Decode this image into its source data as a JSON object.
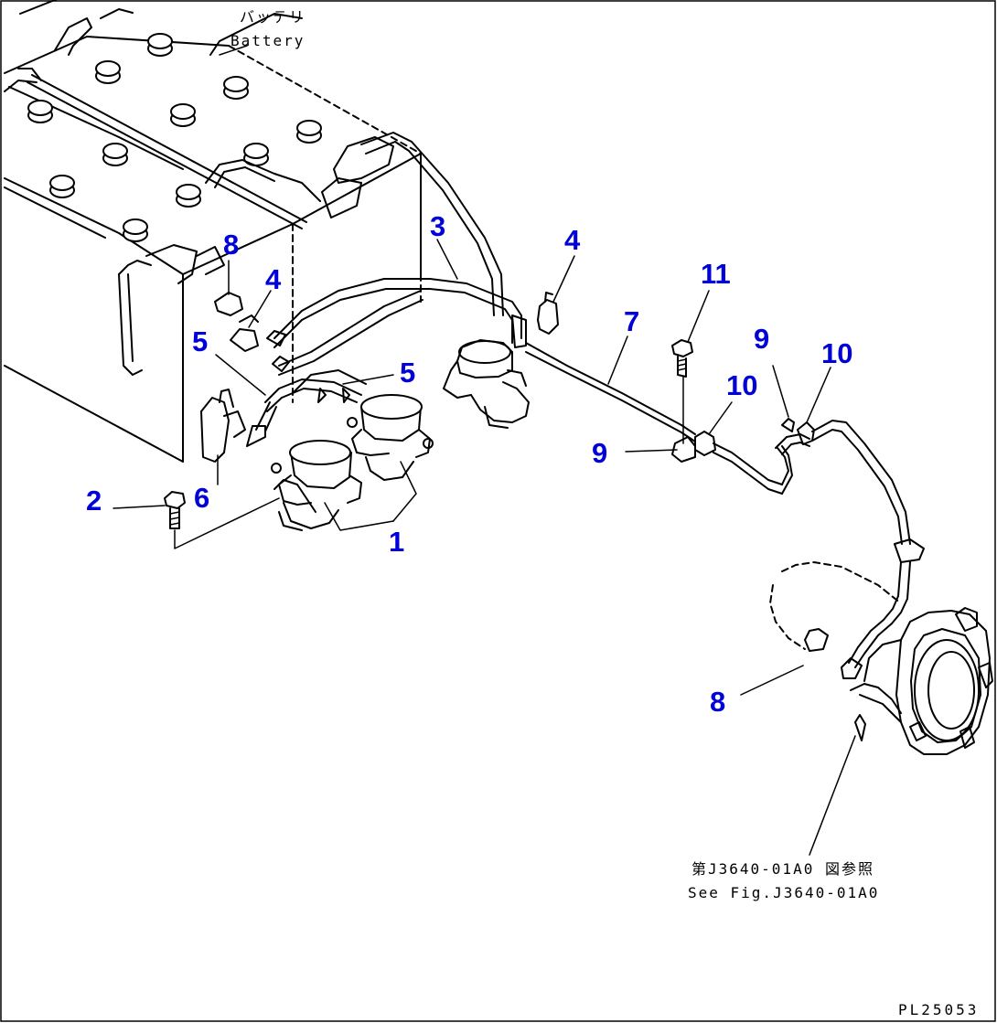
{
  "labels": {
    "battery_jp": "バッテリ",
    "battery_en": "Battery",
    "see_fig_jp": "第J3640-01A0 図参照",
    "see_fig_en": "See Fig.J3640-01A0",
    "drawing_code": "PL25053"
  },
  "callouts": {
    "c1": "1",
    "c2": "2",
    "c3": "3",
    "c4a": "4",
    "c4b": "4",
    "c5a": "5",
    "c5b": "5",
    "c6": "6",
    "c7": "7",
    "c8a": "8",
    "c8b": "8",
    "c9a": "9",
    "c9b": "9",
    "c10a": "10",
    "c10b": "10",
    "c11": "11"
  },
  "colors": {
    "callout": "#0000d8",
    "line": "#000000",
    "background": "#ffffff"
  }
}
